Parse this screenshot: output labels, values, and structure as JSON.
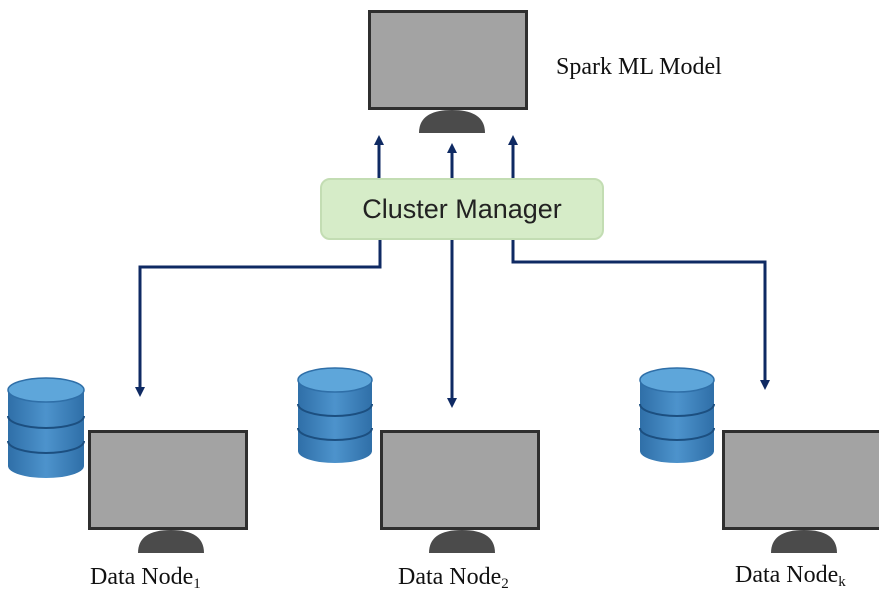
{
  "title_label": "Spark ML Model",
  "cluster_manager": {
    "label": "Cluster Manager"
  },
  "nodes": [
    {
      "base": "Data Node",
      "subscript": "1"
    },
    {
      "base": "Data Node",
      "subscript": "2"
    },
    {
      "base": "Data Node",
      "subscript": "k"
    }
  ],
  "colors": {
    "arrow": "#0f2a63",
    "monitor_frame": "#2f2f2f",
    "monitor_screen": "#a3a3a3",
    "monitor_stand": "#4b4b4b",
    "database_body": "#3f84bd",
    "database_top": "#5ea6da",
    "cluster_fill": "#d6ecc8"
  }
}
